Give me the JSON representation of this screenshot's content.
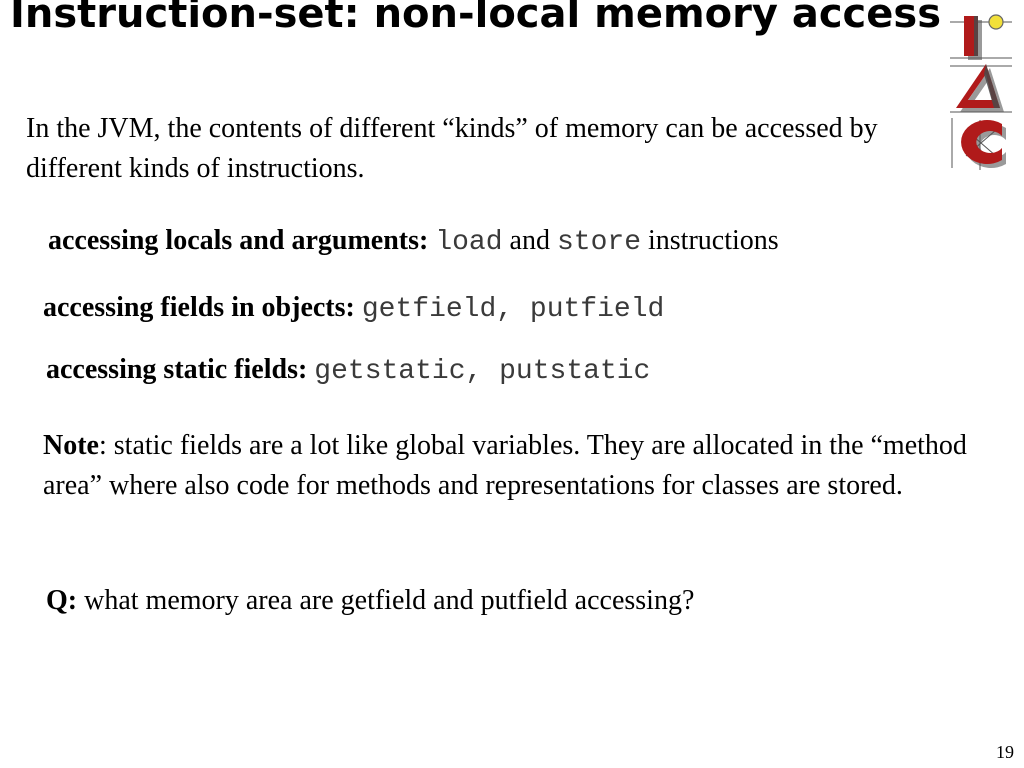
{
  "title": "Instruction-set: non-local memory access",
  "logo": {
    "letters": [
      "I",
      "A",
      "C"
    ]
  },
  "intro": "In the JVM, the contents of different “kinds” of  memory can be accessed by different kinds of instructions.",
  "bullets": [
    {
      "label": "accessing locals and arguments:",
      "code1": "load",
      "mid": " and ",
      "code2": "store",
      "tail": " instructions"
    },
    {
      "label": "accessing fields in objects:",
      "code": "getfield, putfield"
    },
    {
      "label": "accessing static fields:",
      "code": "getstatic, putstatic"
    }
  ],
  "note": {
    "label": "Note",
    "text": ": static fields are a lot like global variables. They are allocated in the “method area” where also code for methods and representations for classes are stored."
  },
  "question": {
    "label": "Q:",
    "text": " what memory area are getfield and putfield accessing?"
  },
  "page_number": "19"
}
